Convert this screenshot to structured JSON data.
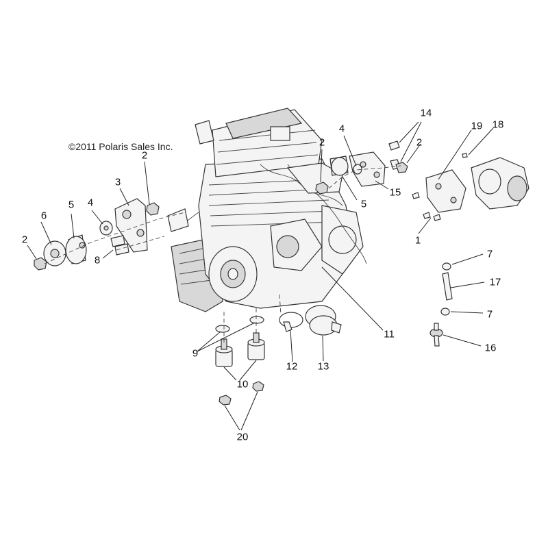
{
  "copyright": "©2011  Polaris Sales Inc.",
  "callouts": {
    "c1": "1",
    "c2a": "2",
    "c2b": "2",
    "c2c": "2",
    "c2d": "2",
    "c3": "3",
    "c4a": "4",
    "c4b": "4",
    "c5a": "5",
    "c5b": "5",
    "c6": "6",
    "c7a": "7",
    "c7b": "7",
    "c8": "8",
    "c9": "9",
    "c10": "10",
    "c11": "11",
    "c12": "12",
    "c13": "13",
    "c14": "14",
    "c15": "15",
    "c16": "16",
    "c17": "17",
    "c18": "18",
    "c19": "19",
    "c20": "20"
  }
}
